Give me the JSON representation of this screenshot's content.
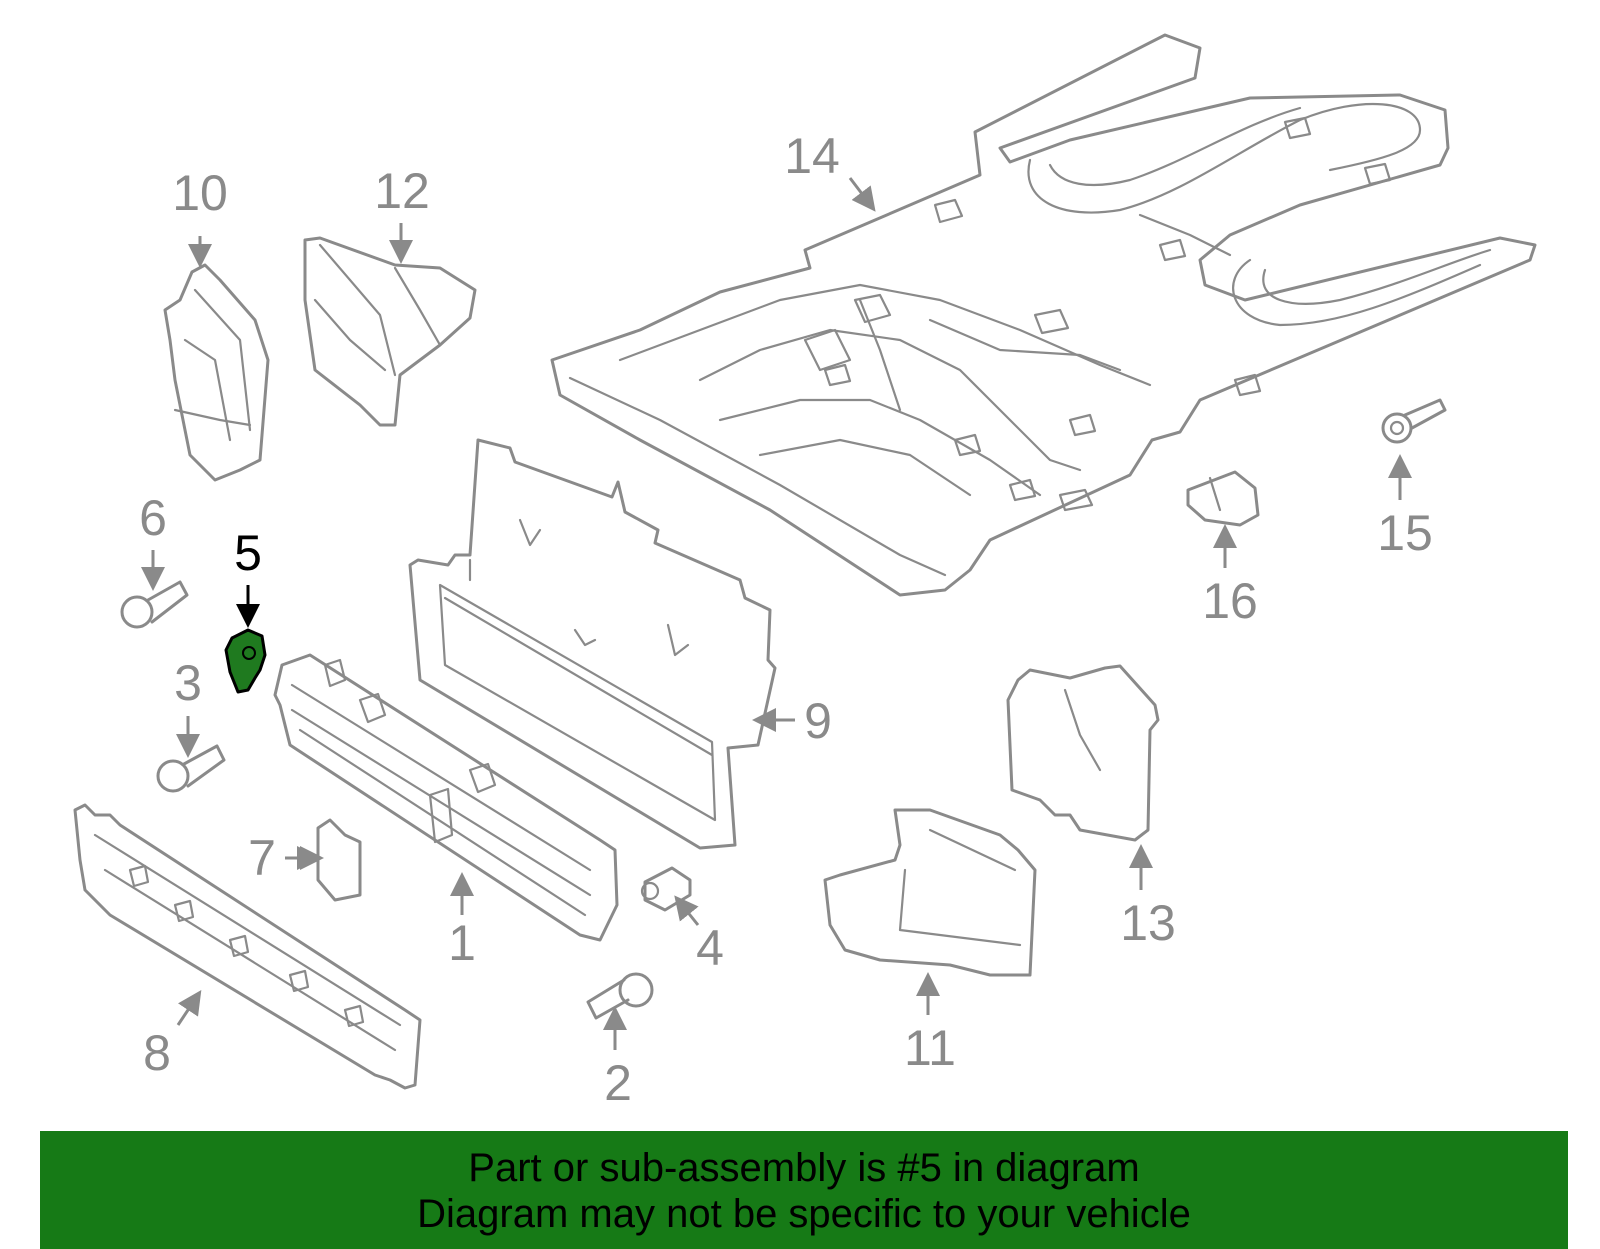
{
  "diagram": {
    "highlighted_part": "5",
    "callouts": [
      "1",
      "2",
      "3",
      "4",
      "5",
      "6",
      "7",
      "8",
      "9",
      "10",
      "11",
      "12",
      "13",
      "14",
      "15",
      "16"
    ]
  },
  "banner": {
    "line1": "Part or sub-assembly is #5 in diagram",
    "line2": "Diagram may not be specific to your vehicle",
    "color": "#167a16"
  }
}
